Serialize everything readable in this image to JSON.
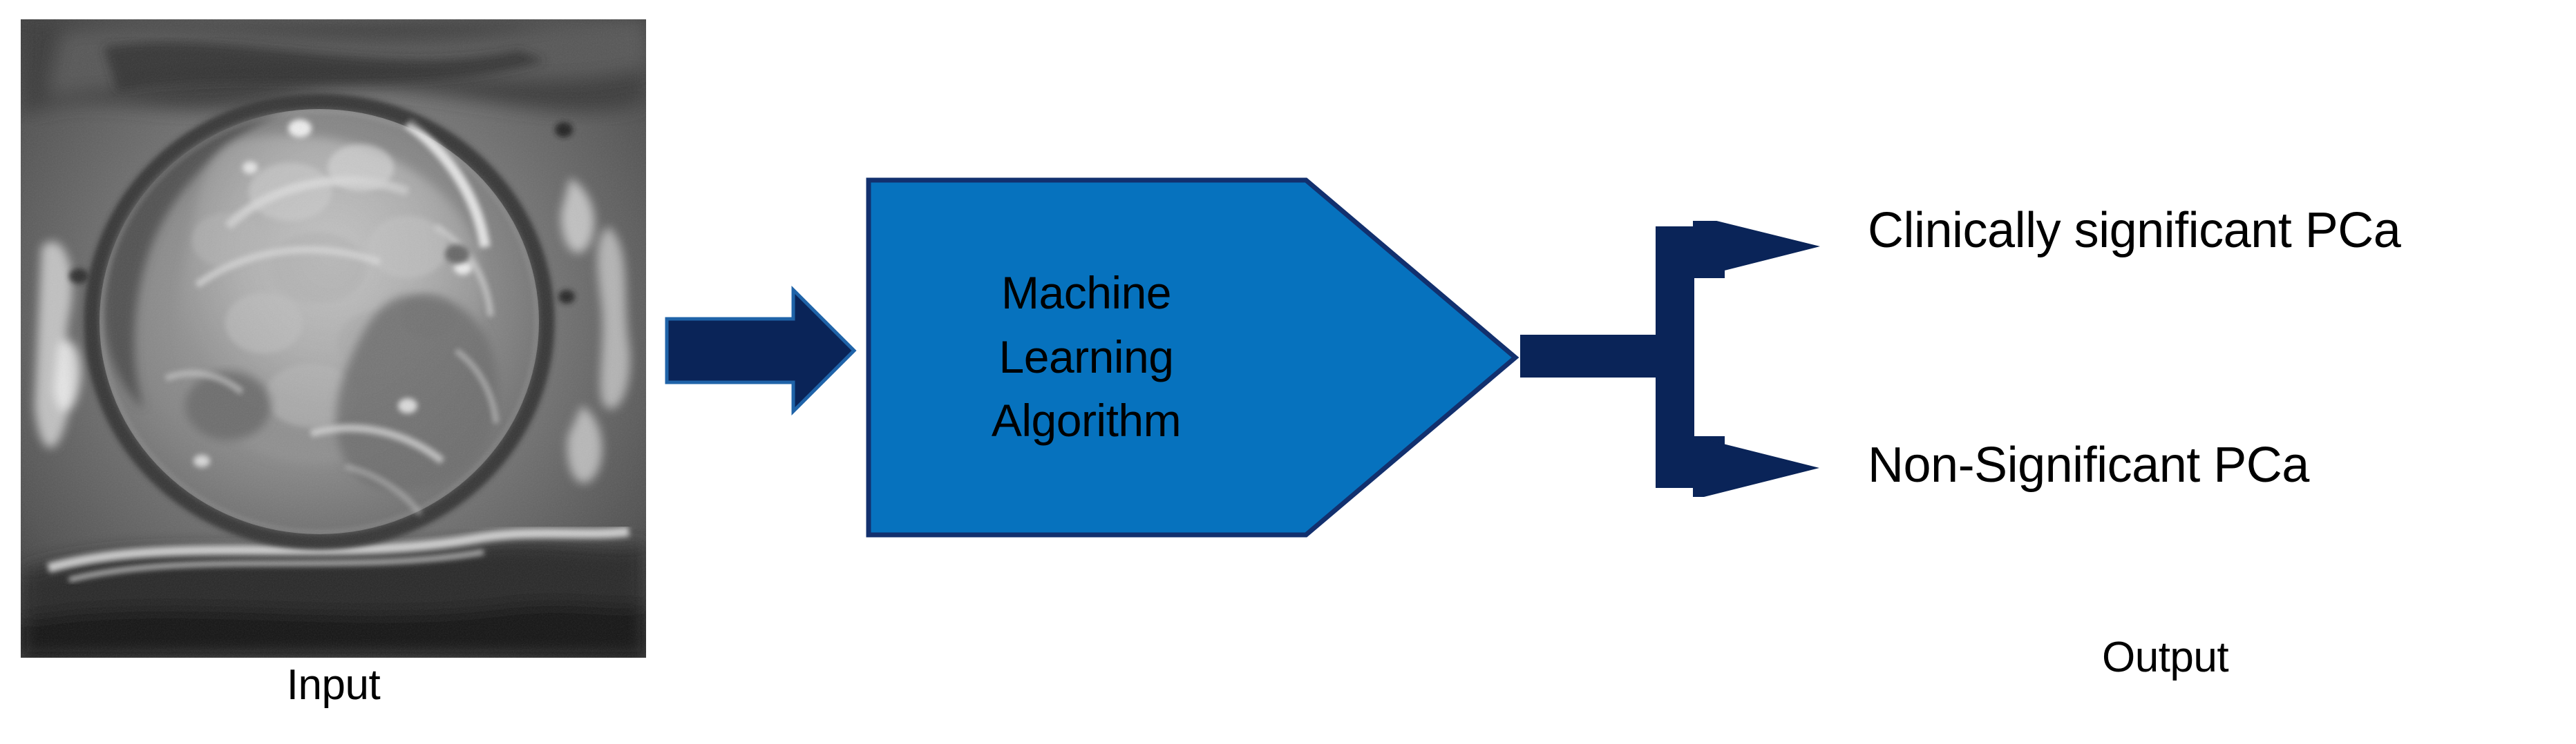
{
  "figure": {
    "type": "machine-learning-pipeline-diagram",
    "background_color": "#FFFFFF"
  },
  "input": {
    "caption": "Input",
    "image_name": "prostate-mri-axial-slice",
    "image_alt": "Grayscale axial MRI slice of the prostate"
  },
  "input_arrow": {
    "icon_name": "right-arrow-icon",
    "fill": "#0A2458",
    "stroke": "#1F63A8"
  },
  "process": {
    "shape": "pentagon",
    "fill": "#0672BE",
    "border": "#12306E",
    "text_color": "#000000",
    "lines": [
      "Machine",
      "Learning",
      "Algorithm"
    ]
  },
  "branch_arrow": {
    "icon_name": "branching-arrow-icon",
    "fill": "#0A2458"
  },
  "output": {
    "caption": "Output",
    "branches": [
      {
        "label": "Clinically significant PCa"
      },
      {
        "label": "Non-Significant PCa"
      }
    ]
  },
  "colors": {
    "navy": "#0A2458",
    "blue": "#0672BE",
    "border_navy": "#12306E",
    "text": "#000000"
  }
}
